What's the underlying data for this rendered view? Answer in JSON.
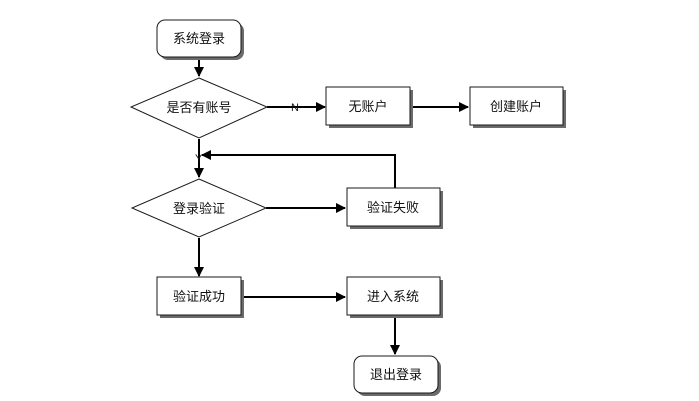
{
  "nodes": {
    "login": "系统登录",
    "has_account": "是否有账号",
    "no_account": "无账户",
    "create_account": "创建账户",
    "verify_login": "登录验证",
    "verify_failed": "验证失败",
    "verify_success": "验证成功",
    "enter_system": "进入系统",
    "logout": "退出登录"
  },
  "edge_labels": {
    "no": "N",
    "yes": "Y"
  }
}
